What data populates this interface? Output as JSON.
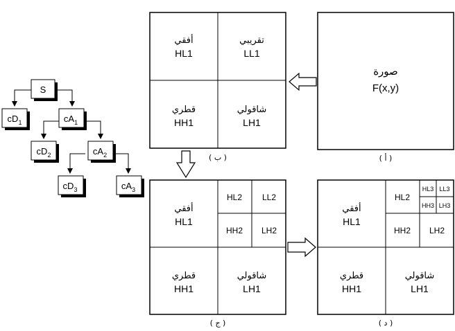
{
  "tree": {
    "root": "S",
    "node_cd1": {
      "base": "cD",
      "sub": "1"
    },
    "node_ca1": {
      "base": "cA",
      "sub": "1"
    },
    "node_cd2": {
      "base": "cD",
      "sub": "2"
    },
    "node_ca2": {
      "base": "cA",
      "sub": "2"
    },
    "node_cd3": {
      "base": "cD",
      "sub": "3"
    },
    "node_ca3": {
      "base": "cA",
      "sub": "3"
    }
  },
  "panel_alef": {
    "ar_label": "صورة",
    "label": "F(x,y)",
    "caption": "( أ )"
  },
  "panel_ba": {
    "tl": {
      "ar": "أفقي",
      "en": "HL1"
    },
    "tr": {
      "ar": "تقريبي",
      "en": "LL1"
    },
    "bl": {
      "ar": "قطري",
      "en": "HH1"
    },
    "br": {
      "ar": "شاقولي",
      "en": "LH1"
    },
    "caption": "( ب )"
  },
  "panel_jim": {
    "tl": {
      "ar": "أفقي",
      "en": "HL1"
    },
    "sub": {
      "tl": "HL2",
      "tr": "LL2",
      "bl": "HH2",
      "br": "LH2"
    },
    "bl": {
      "ar": "قطري",
      "en": "HH1"
    },
    "br": {
      "ar": "شاقولي",
      "en": "LH1"
    },
    "caption": "( ج )"
  },
  "panel_dal": {
    "tl": {
      "ar": "أفقي",
      "en": "HL1"
    },
    "sub": {
      "tl": "HL2",
      "bl": "HH2",
      "br": "LH2"
    },
    "subsub": {
      "tl": "HL3",
      "tr": "LL3",
      "bl": "HH3",
      "br": "LH3"
    },
    "bl": {
      "ar": "قطري",
      "en": "HH1"
    },
    "br": {
      "ar": "شاقولي",
      "en": "LH1"
    },
    "caption": "( د )"
  }
}
